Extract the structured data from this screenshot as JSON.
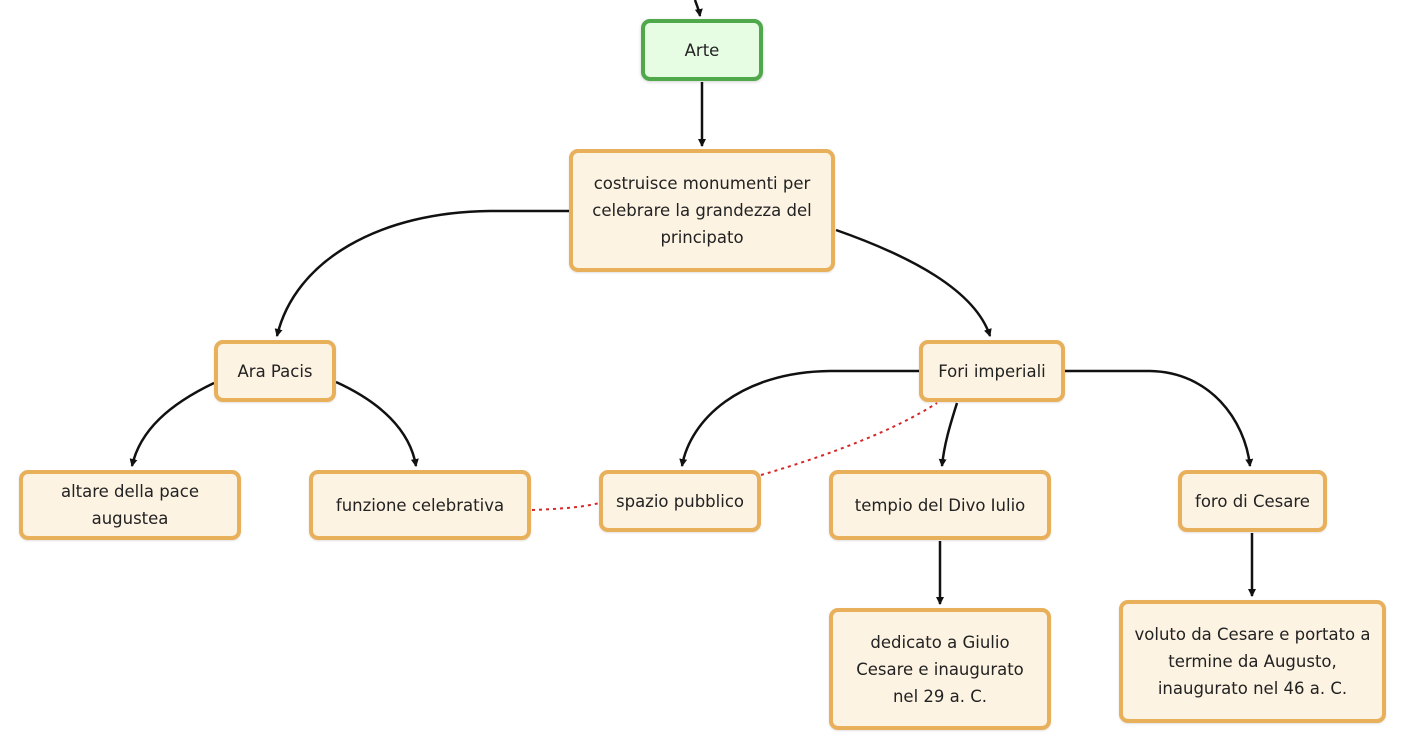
{
  "diagram": {
    "nodes": [
      {
        "id": "arte",
        "text": "Arte",
        "kind": "root"
      },
      {
        "id": "costruisce",
        "text": "costruisce monumenti per\ncelebrare la grandezza del\nprincipato",
        "kind": "concept"
      },
      {
        "id": "ara-pacis",
        "text": "Ara Pacis",
        "kind": "concept"
      },
      {
        "id": "fori-imperiali",
        "text": "Fori imperiali",
        "kind": "concept"
      },
      {
        "id": "altare",
        "text": "altare della pace\naugustea",
        "kind": "concept"
      },
      {
        "id": "funzione",
        "text": "funzione celebrativa",
        "kind": "concept"
      },
      {
        "id": "spazio",
        "text": "spazio pubblico",
        "kind": "concept"
      },
      {
        "id": "tempio",
        "text": "tempio del Divo Iulio",
        "kind": "concept"
      },
      {
        "id": "foro-cesare",
        "text": "foro di Cesare",
        "kind": "concept"
      },
      {
        "id": "dedicato",
        "text": "dedicato a Giulio\nCesare e inaugurato\nnel 29 a. C.",
        "kind": "concept"
      },
      {
        "id": "voluto",
        "text": "voluto da Cesare e portato a\ntermine da Augusto,\ninaugurato nel 46 a. C.",
        "kind": "concept"
      }
    ],
    "edges": [
      {
        "from": "",
        "to": "arte",
        "style": "arrow"
      },
      {
        "from": "arte",
        "to": "costruisce",
        "style": "arrow"
      },
      {
        "from": "costruisce",
        "to": "ara-pacis",
        "style": "arrow"
      },
      {
        "from": "costruisce",
        "to": "fori-imperiali",
        "style": "arrow"
      },
      {
        "from": "ara-pacis",
        "to": "altare",
        "style": "arrow"
      },
      {
        "from": "ara-pacis",
        "to": "funzione",
        "style": "arrow"
      },
      {
        "from": "fori-imperiali",
        "to": "spazio",
        "style": "arrow"
      },
      {
        "from": "fori-imperiali",
        "to": "tempio",
        "style": "arrow"
      },
      {
        "from": "fori-imperiali",
        "to": "foro-cesare",
        "style": "arrow"
      },
      {
        "from": "tempio",
        "to": "dedicato",
        "style": "arrow"
      },
      {
        "from": "foro-cesare",
        "to": "voluto",
        "style": "arrow"
      },
      {
        "from": "funzione",
        "to": "spazio",
        "style": "dotted-link"
      },
      {
        "from": "spazio",
        "to": "fori-imperiali",
        "style": "dotted-link"
      }
    ],
    "colors": {
      "root_fill": "#e6fde3",
      "root_border": "#4fa84a",
      "node_fill": "#fdf3e3",
      "node_border": "#e8b05a",
      "arrow": "#111111",
      "dotted_link": "#d62828"
    }
  }
}
